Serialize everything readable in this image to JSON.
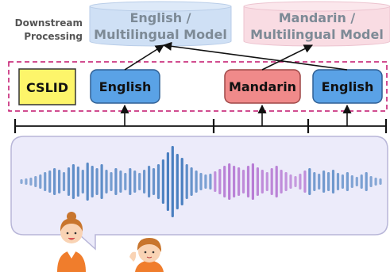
{
  "side_label": {
    "line1": "Downstream",
    "line2": "Processing"
  },
  "models": [
    {
      "line1": "English /",
      "line2": "Multilingual Model"
    },
    {
      "line1": "Mandarin /",
      "line2": "Multilingual Model"
    }
  ],
  "cslid_label": "CSLID",
  "segments": [
    {
      "label": "English",
      "language": "english"
    },
    {
      "label": "Mandarin",
      "language": "mandarin"
    },
    {
      "label": "English",
      "language": "english"
    }
  ],
  "colors": {
    "english": "#5aa2e6",
    "mandarin": "#f08a8a",
    "cslid": "#fdf56a",
    "cyl_left": "#cfe0f5",
    "cyl_right": "#f9dce3",
    "dash": "#c2126b",
    "wave_blue": "#4a7fc0",
    "wave_purple": "#b270d0",
    "bubble": "#ecebfa"
  },
  "icons": [
    "speaker-woman-icon",
    "listener-girl-icon"
  ]
}
